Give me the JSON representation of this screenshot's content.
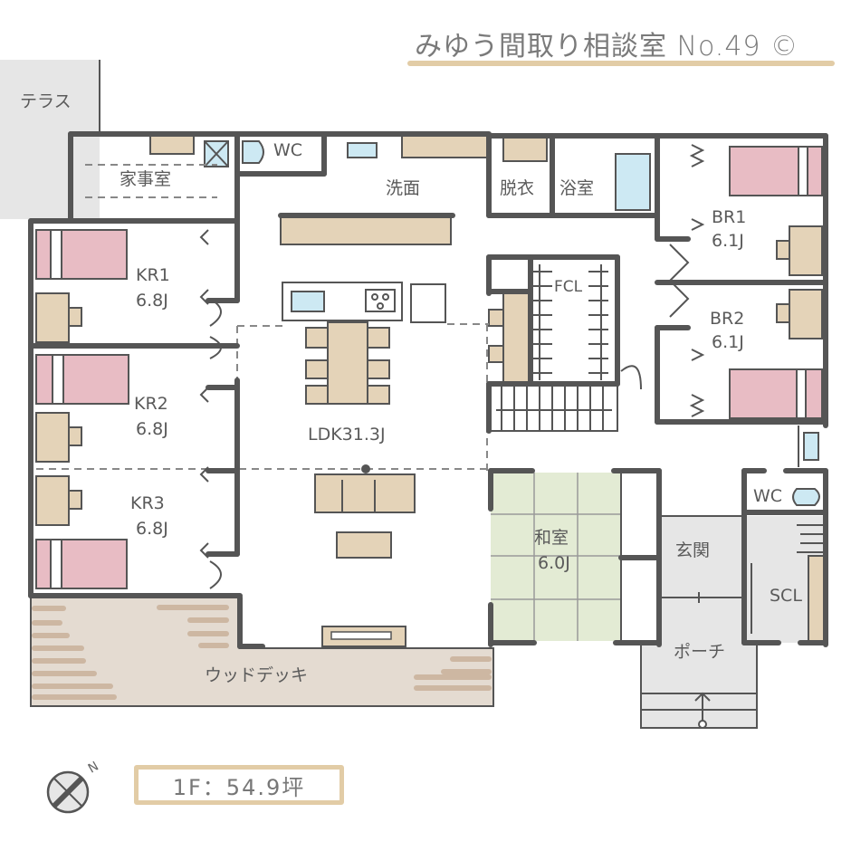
{
  "header": {
    "title": "みゆう間取り相談室 No.49 ©"
  },
  "rooms": {
    "terrace": "テラス",
    "utility_room": "家事室",
    "wc_north": "WC",
    "washroom": "洗面",
    "dressing": "脱衣",
    "bathroom": "浴室",
    "br1_name": "BR1",
    "br1_size": "6.1J",
    "br2_name": "BR2",
    "br2_size": "6.1J",
    "kr1_name": "KR1",
    "kr1_size": "6.8J",
    "kr2_name": "KR2",
    "kr2_size": "6.8J",
    "kr3_name": "KR3",
    "kr3_size": "6.8J",
    "ldk": "LDK31.3J",
    "family_closet": "FCL",
    "japanese_room_name": "和室",
    "japanese_room_size": "6.0J",
    "entrance": "玄関",
    "shoe_closet": "SCL",
    "wc_east": "WC",
    "porch": "ポーチ",
    "wood_deck": "ウッドデッキ"
  },
  "footer": {
    "floor_area": "1F：54.9坪",
    "compass_label": "N"
  },
  "colors": {
    "wall": "#555555",
    "bed": "#e8bcc4",
    "furniture": "#e4d3b8",
    "fixture": "#cde9f3",
    "tatami": "#e3ebd4",
    "deck": "#e4dbd1",
    "deck_stripe": "#cdb7a2",
    "outdoor_gray": "#e6e6e6",
    "accent": "#e2cca6"
  }
}
